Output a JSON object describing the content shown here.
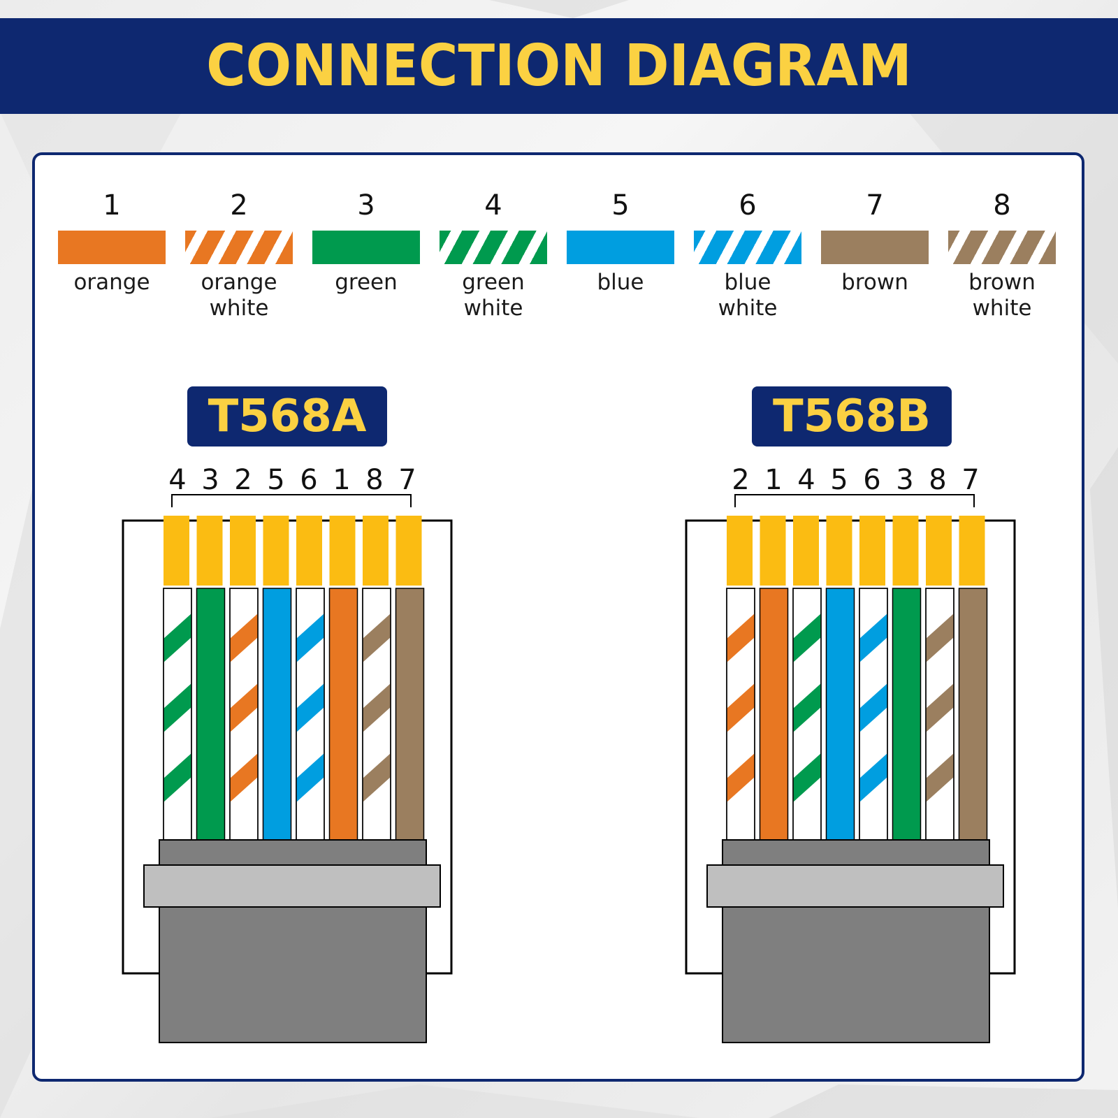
{
  "header": {
    "title": "CONNECTION DIAGRAM"
  },
  "colors": {
    "banner_bg": "#0e2870",
    "banner_text": "#fbd142",
    "contact_gold": "#fbbc12",
    "housing_dark": "#7f7f7f",
    "housing_light": "#bfbfbf"
  },
  "wires": [
    {
      "number": "1",
      "label": "orange",
      "color": "#e87722",
      "striped": false
    },
    {
      "number": "2",
      "label": "orange\nwhite",
      "label_line1": "orange",
      "label_line2": "white",
      "color": "#e87722",
      "striped": true
    },
    {
      "number": "3",
      "label": "green",
      "color": "#009a4e",
      "striped": false
    },
    {
      "number": "4",
      "label": "green\nwhite",
      "label_line1": "green",
      "label_line2": "white",
      "color": "#009a4e",
      "striped": true
    },
    {
      "number": "5",
      "label": "blue",
      "color": "#009ee0",
      "striped": false
    },
    {
      "number": "6",
      "label": "blue\nwhite",
      "label_line1": "blue",
      "label_line2": "white",
      "color": "#009ee0",
      "striped": true
    },
    {
      "number": "7",
      "label": "brown",
      "color": "#9b7f5f",
      "striped": false
    },
    {
      "number": "8",
      "label": "brown\nwhite",
      "label_line1": "brown",
      "label_line2": "white",
      "color": "#9b7f5f",
      "striped": true
    }
  ],
  "standards": [
    {
      "name": "T568A",
      "order": [
        "4",
        "3",
        "2",
        "5",
        "6",
        "1",
        "8",
        "7"
      ]
    },
    {
      "name": "T568B",
      "order": [
        "2",
        "1",
        "4",
        "5",
        "6",
        "3",
        "8",
        "7"
      ]
    }
  ]
}
